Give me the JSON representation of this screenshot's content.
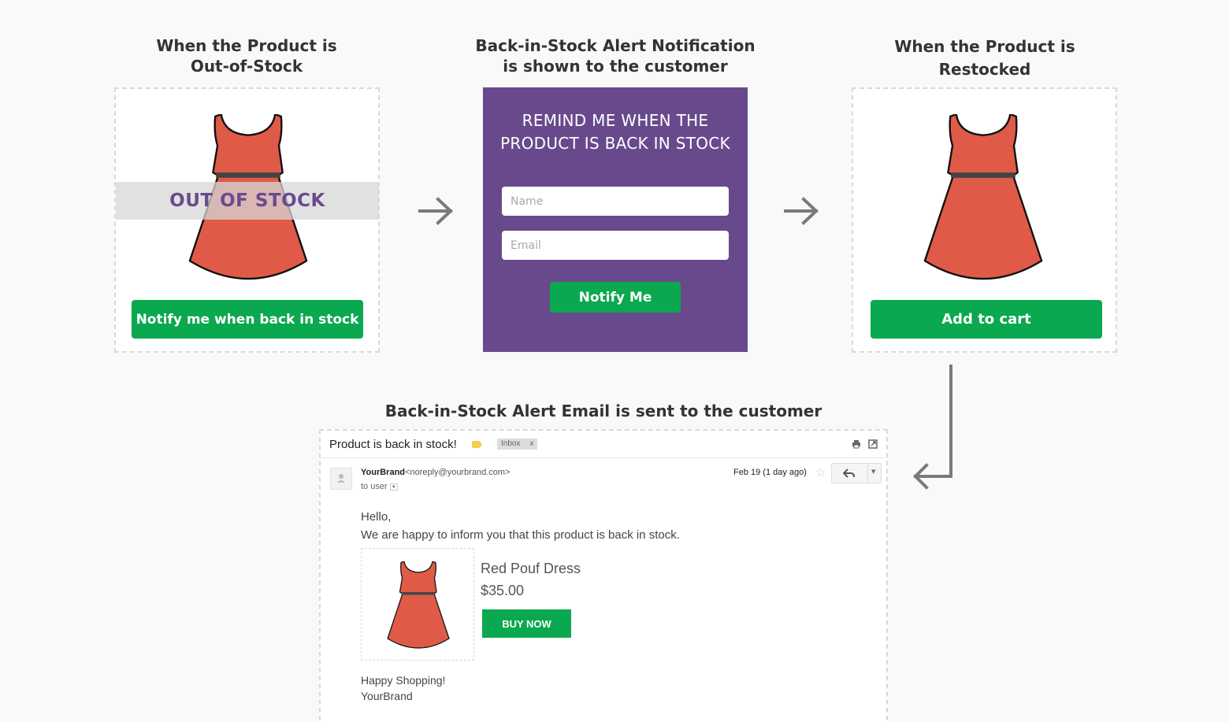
{
  "steps": {
    "out_of_stock": {
      "title_line1": "When the Product is",
      "title_line2": "Out-of-Stock",
      "badge": "OUT OF STOCK",
      "button": "Notify me when back in stock"
    },
    "notification": {
      "title_line1": "Back-in-Stock Alert Notification",
      "title_line2": "is shown to the customer",
      "heading_line1": "REMIND ME WHEN THE",
      "heading_line2": "PRODUCT IS BACK IN STOCK",
      "name_placeholder": "Name",
      "email_placeholder": "Email",
      "button": "Notify Me"
    },
    "restocked": {
      "title_line1": "When the Product is",
      "title_line2": "Restocked",
      "button": "Add to cart"
    },
    "email": {
      "title": "Back-in-Stock Alert Email is sent to the customer",
      "subject": "Product is back in stock!",
      "label": "Inbox",
      "label_close": "x",
      "sender_name": "YourBrand",
      "sender_address": "<noreply@yourbrand.com>",
      "recipient": "to user",
      "date": "Feb 19 (1 day ago)",
      "greeting": "Hello,",
      "message": "We are happy to inform you that this product is back in stock.",
      "product_name": "Red Pouf Dress",
      "product_price": "$35.00",
      "buy_button": "BUY NOW",
      "signoff": "Happy Shopping!",
      "signature": "YourBrand"
    }
  },
  "colors": {
    "brand_green": "#0aa84f",
    "modal_purple": "#684a8c",
    "dress_red": "#e05a48",
    "oos_text": "#694a8d"
  }
}
